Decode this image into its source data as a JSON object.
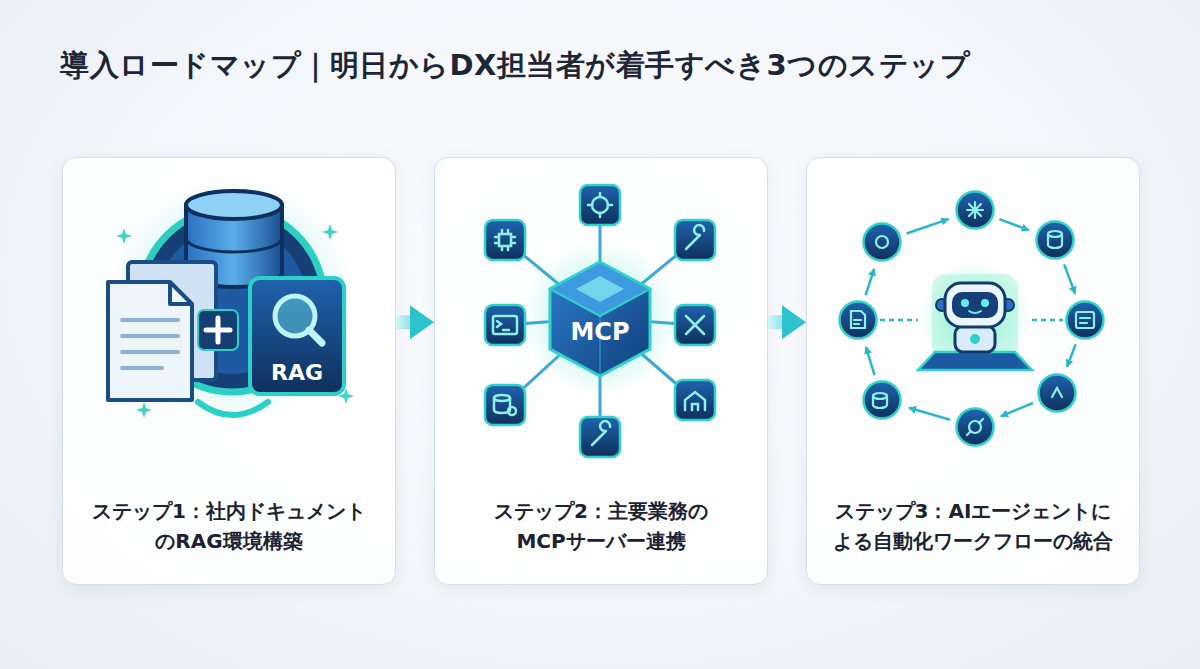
{
  "diagram": {
    "title": "導入ロードマップ｜明日からDX担当者が着手すべき3つのステップ",
    "nodes": [
      {
        "text": [
          "ステップ1：社内ドキュメント のRAG環境構築"
        ]
      },
      {
        "text": [
          "ステップ2：主要業務の MCPサーバー連携"
        ]
      },
      {
        "text": [
          "ステップ3：AIエージェントに よる自動化ワークフローの統合"
        ]
      }
    ],
    "edges": [
      {
        "from": 0,
        "to": 1,
        "arrow": "to"
      },
      {
        "from": 1,
        "to": 2,
        "arrow": "to"
      }
    ],
    "labels": [
      "RAG",
      "MCP"
    ]
  }
}
